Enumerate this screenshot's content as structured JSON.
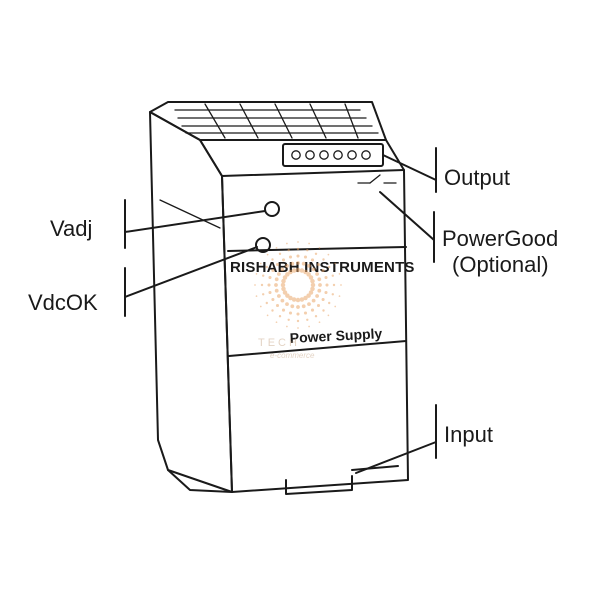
{
  "callouts": {
    "output": "Output",
    "vadj": "Vadj",
    "power_good": "PowerGood",
    "power_good_optional": "(Optional)",
    "vdcok": "VdcOK",
    "input": "Input"
  },
  "device": {
    "brand": "RISHABH INSTRUMENTS",
    "label": "Power Supply"
  },
  "watermark": {
    "text": "TECH",
    "subtext": "e-commerce",
    "color": "#e8a060"
  }
}
